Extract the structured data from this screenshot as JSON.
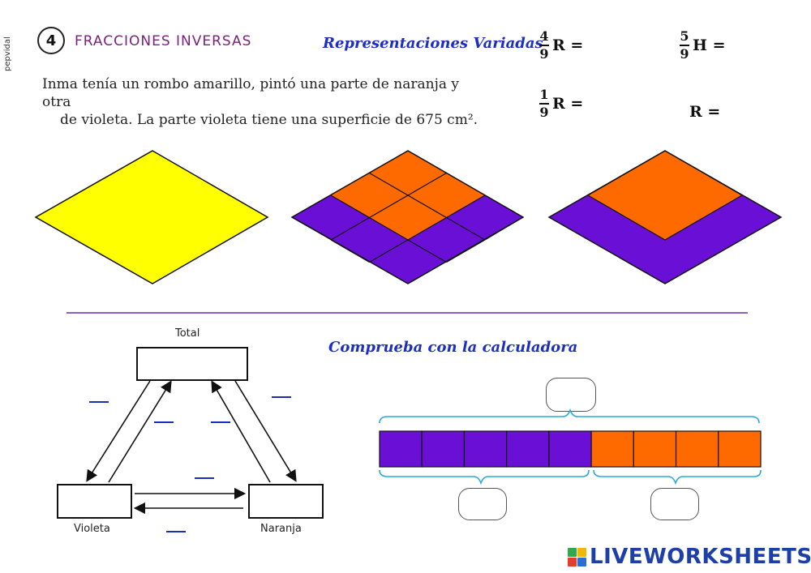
{
  "header": {
    "author": "pepvidal",
    "exercise_number": "4",
    "title": "FRACCIONES INVERSAS",
    "subtitle": "Representaciones Variadas"
  },
  "problem": {
    "line1": "Inma tenía un rombo amarillo, pintó una parte de naranja y otra",
    "line2": "de violeta. La parte violeta tiene una superficie de 675 cm².",
    "violet_area": 675
  },
  "equations": [
    {
      "numerator": "4",
      "denominator": "9",
      "letter": "R",
      "sign": "="
    },
    {
      "numerator": "5",
      "denominator": "9",
      "letter": "H",
      "sign": "="
    },
    {
      "numerator": "1",
      "denominator": "9",
      "letter": "R",
      "sign": "="
    },
    {
      "numerator": "",
      "denominator": "",
      "letter": "R",
      "sign": "="
    }
  ],
  "diagram": {
    "top_label": "Total",
    "left_label": "Violeta",
    "right_label": "Naranja"
  },
  "check_title": "Comprueba con la calculadora",
  "bar_model": {
    "violet_parts": 5,
    "orange_parts": 4,
    "violet_color": "#6a0fd6",
    "orange_color": "#ff6a00"
  },
  "colors": {
    "yellow": "#ffff00",
    "orange": "#ff6a00",
    "violet": "#6a0fd6",
    "title": "#7a1f7a",
    "blue": "#1c2fbf"
  },
  "footer": {
    "brand": "LIVEWORKSHEETS"
  }
}
